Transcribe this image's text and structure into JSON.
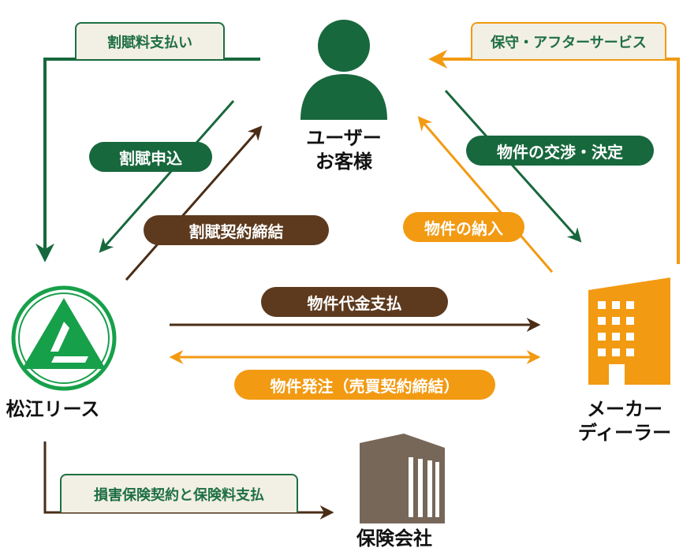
{
  "nodes": {
    "user_line1": "ユーザー",
    "user_line2": "お客様",
    "lease": "松江リース",
    "maker_line1": "メーカー",
    "maker_line2": "ディーラー",
    "insurer": "保険会社"
  },
  "edges": {
    "installment_payment": "割賦料支払い",
    "after_service": "保守・アフターサービス",
    "installment_apply": "割賦申込",
    "installment_contract": "割賦契約締結",
    "negotiation": "物件の交渉・決定",
    "delivery": "物件の納入",
    "payment": "物件代金支払",
    "order": "物件発注（売買契約締結）",
    "insurance": "損害保険契約と保険料支払"
  },
  "colors": {
    "green": "#18683d",
    "brown": "#5d3a1e",
    "orange": "#f29a12",
    "gray": "#776759"
  },
  "icons": {
    "user": "person-icon",
    "lease": "lease-logo-icon",
    "maker": "building-icon",
    "insurer": "office-building-icon"
  }
}
